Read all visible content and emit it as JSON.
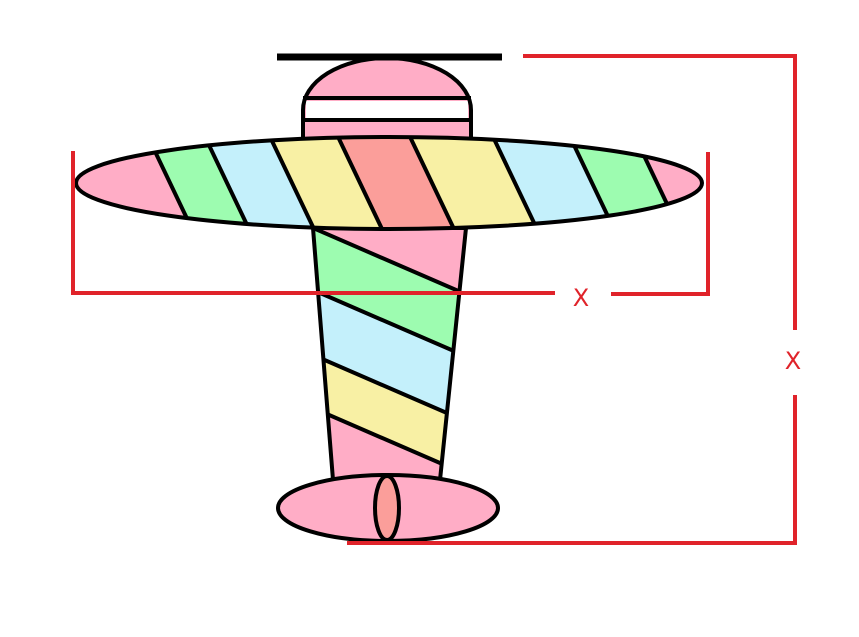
{
  "colors": {
    "pink": "#ffadc6",
    "green": "#9dfcb0",
    "blue": "#c4f0fb",
    "yellow": "#f8f0a4",
    "salmon": "#fb9e9a",
    "outline": "#000000",
    "dimension": "#e0232a"
  },
  "diagram": {
    "wing_stripes": [
      "pink",
      "green",
      "blue",
      "yellow",
      "salmon",
      "yellow",
      "blue",
      "green",
      "pink"
    ],
    "fuselage_stripes": [
      "pink",
      "green",
      "blue",
      "yellow",
      "pink"
    ],
    "cockpit_color": "pink",
    "tail_color": "pink",
    "tail_fin_color": "salmon",
    "propeller_color": "outline"
  },
  "dimensions": {
    "wingspan_label": "X",
    "length_label": "X"
  }
}
